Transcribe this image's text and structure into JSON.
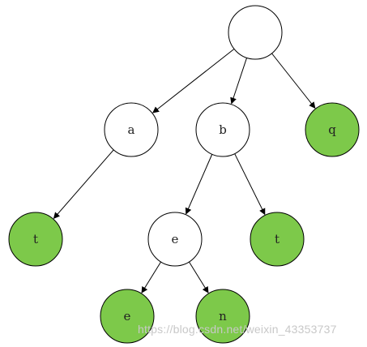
{
  "trie": {
    "nodes": [
      {
        "id": "root",
        "label": "",
        "terminal": false
      },
      {
        "id": "a",
        "label": "a",
        "terminal": false
      },
      {
        "id": "b",
        "label": "b",
        "terminal": false
      },
      {
        "id": "q",
        "label": "q",
        "terminal": true
      },
      {
        "id": "at",
        "label": "t",
        "terminal": true
      },
      {
        "id": "be",
        "label": "e",
        "terminal": false
      },
      {
        "id": "bt",
        "label": "t",
        "terminal": true
      },
      {
        "id": "bee",
        "label": "e",
        "terminal": true
      },
      {
        "id": "ben",
        "label": "n",
        "terminal": true
      }
    ],
    "edges": [
      [
        "root",
        "a"
      ],
      [
        "root",
        "b"
      ],
      [
        "root",
        "q"
      ],
      [
        "a",
        "at"
      ],
      [
        "b",
        "be"
      ],
      [
        "b",
        "bt"
      ],
      [
        "be",
        "bee"
      ],
      [
        "be",
        "ben"
      ]
    ]
  },
  "colors": {
    "terminal_fill": "#7dc94a",
    "plain_fill": "#ffffff",
    "stroke": "#000000"
  },
  "watermark": "https://blog.csdn.net/weixin_43353737"
}
